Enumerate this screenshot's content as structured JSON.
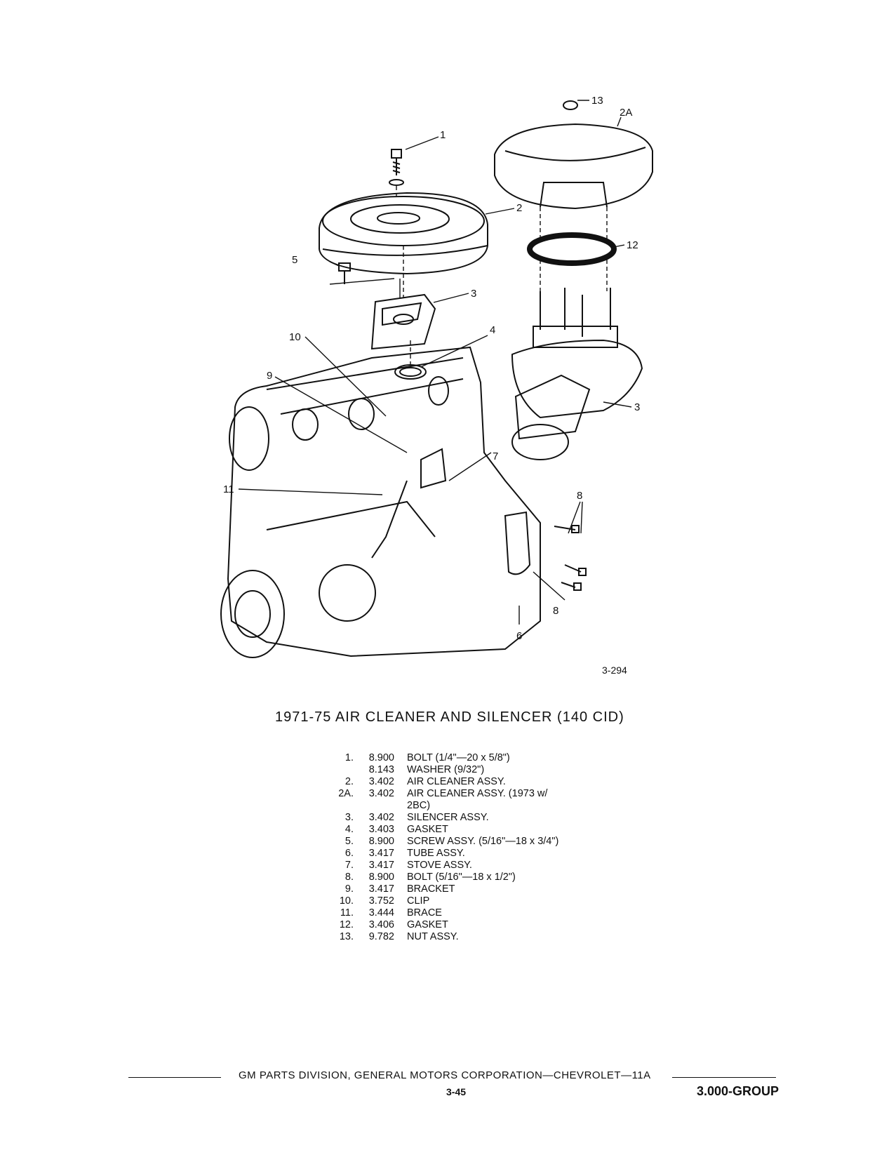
{
  "figure": {
    "id_label": "3-294",
    "callouts": [
      "1",
      "2",
      "2A",
      "3",
      "3",
      "4",
      "5",
      "6",
      "7",
      "8",
      "8",
      "9",
      "10",
      "11",
      "12",
      "13"
    ]
  },
  "title": "1971-75 AIR CLEANER AND SILENCER (140 CID)",
  "parts": [
    {
      "num": "1.",
      "code": "8.900",
      "desc": "BOLT (1/4\"—20 x 5/8\")"
    },
    {
      "num": "",
      "code": "8.143",
      "desc": "WASHER (9/32\")"
    },
    {
      "num": "2.",
      "code": "3.402",
      "desc": "AIR CLEANER ASSY."
    },
    {
      "num": "2A.",
      "code": "3.402",
      "desc": "AIR CLEANER ASSY. (1973 w/"
    },
    {
      "num": "",
      "code": "",
      "desc": "2BC)"
    },
    {
      "num": "3.",
      "code": "3.402",
      "desc": "SILENCER ASSY."
    },
    {
      "num": "4.",
      "code": "3.403",
      "desc": "GASKET"
    },
    {
      "num": "5.",
      "code": "8.900",
      "desc": "SCREW ASSY. (5/16\"—18 x 3/4\")"
    },
    {
      "num": "6.",
      "code": "3.417",
      "desc": "TUBE ASSY."
    },
    {
      "num": "7.",
      "code": "3.417",
      "desc": "STOVE ASSY."
    },
    {
      "num": "8.",
      "code": "8.900",
      "desc": "BOLT (5/16\"—18 x 1/2\")"
    },
    {
      "num": "9.",
      "code": "3.417",
      "desc": "BRACKET"
    },
    {
      "num": "10.",
      "code": "3.752",
      "desc": "CLIP"
    },
    {
      "num": "11.",
      "code": "3.444",
      "desc": "BRACE"
    },
    {
      "num": "12.",
      "code": "3.406",
      "desc": "GASKET"
    },
    {
      "num": "13.",
      "code": "9.782",
      "desc": "NUT ASSY."
    }
  ],
  "footer": {
    "text": "GM PARTS DIVISION, GENERAL MOTORS CORPORATION—CHEVROLET—11A",
    "page_number": "3-45",
    "group": "3.000-GROUP"
  }
}
